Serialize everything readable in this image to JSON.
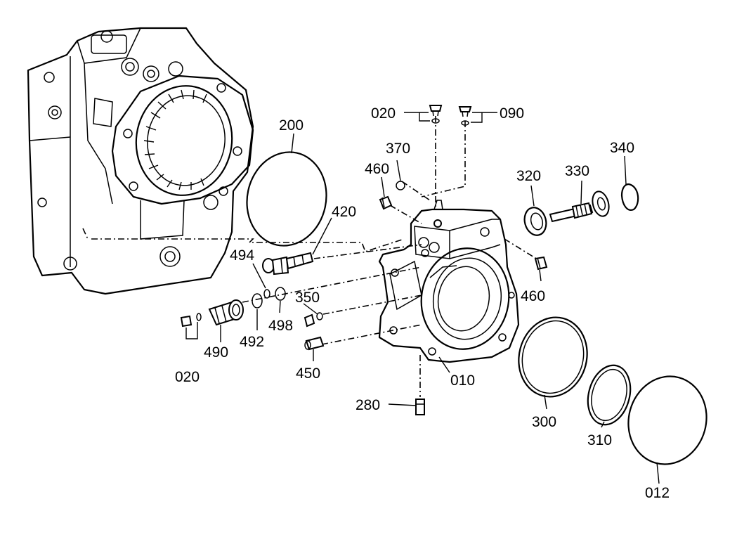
{
  "callouts": {
    "c020_top": "020",
    "c090": "090",
    "c370": "370",
    "c460_top": "460",
    "c200": "200",
    "c420": "420",
    "c494": "494",
    "c350": "350",
    "c498": "498",
    "c492": "492",
    "c490": "490",
    "c020_bottom": "020",
    "c450": "450",
    "c280": "280",
    "c010": "010",
    "c320": "320",
    "c330": "330",
    "c340": "340",
    "c460_right": "460",
    "c300": "300",
    "c310": "310",
    "c012": "012"
  }
}
